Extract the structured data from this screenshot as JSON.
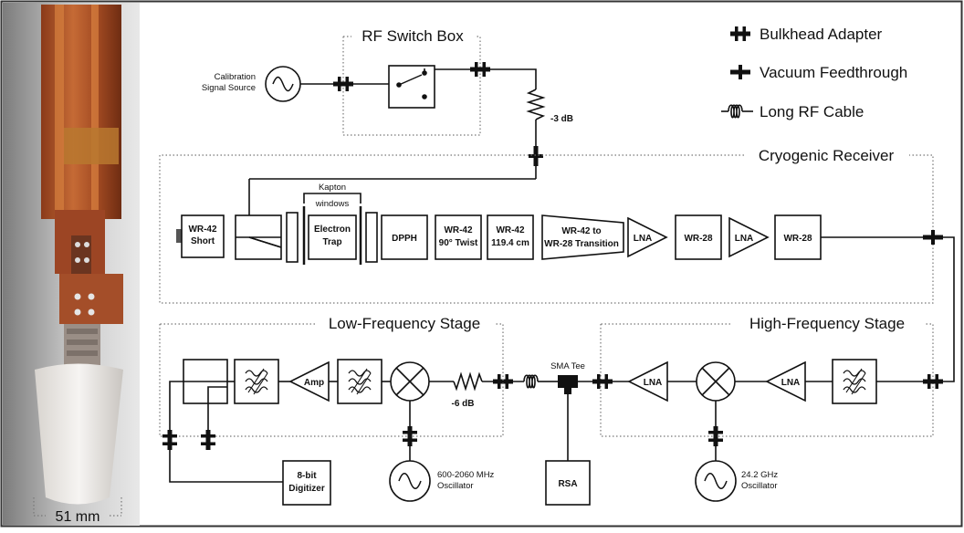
{
  "photo": {
    "scale_label": "51 mm"
  },
  "legend": {
    "bulkhead": "Bulkhead Adapter",
    "feedthrough": "Vacuum Feedthrough",
    "cable": "Long RF Cable"
  },
  "sections": {
    "rf_switch_box": "RF Switch Box",
    "cryogenic_receiver": "Cryogenic Receiver",
    "low_frequency_stage": "Low-Frequency Stage",
    "high_frequency_stage": "High-Frequency Stage"
  },
  "top": {
    "cal_source_line1": "Calibration",
    "cal_source_line2": "Signal Source",
    "attenuator": "-3 dB"
  },
  "receiver": {
    "kapton_line1": "Kapton",
    "kapton_line2": "windows",
    "short_line1": "WR-42",
    "short_line2": "Short",
    "trap_line1": "Electron",
    "trap_line2": "Trap",
    "dpph": "DPPH",
    "twist_line1": "WR-42",
    "twist_line2": "90° Twist",
    "straight_line1": "WR-42",
    "straight_line2": "119.4 cm",
    "transition_line1": "WR-42 to",
    "transition_line2": "WR-28 Transition",
    "lna1": "LNA",
    "wr28_1": "WR-28",
    "lna2": "LNA",
    "wr28_2": "WR-28"
  },
  "low_stage": {
    "amp": "Amp",
    "attenuator": "-6 dB",
    "osc_line1": "600-2060 MHz",
    "osc_line2": "Oscillator",
    "digitizer_line1": "8-bit",
    "digitizer_line2": "Digitizer"
  },
  "middle": {
    "sma_tee": "SMA Tee",
    "rsa": "RSA"
  },
  "high_stage": {
    "lna1": "LNA",
    "lna2": "LNA",
    "osc_line1": "24.2 GHz",
    "osc_line2": "Oscillator"
  }
}
